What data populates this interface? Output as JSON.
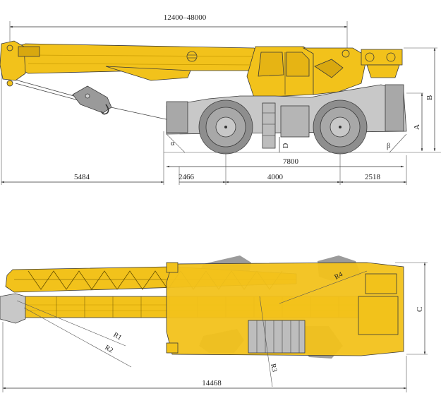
{
  "colors": {
    "body": "#f2c21b",
    "body_dark": "#d9a80f",
    "grey": "#b8b8b8",
    "grey_dark": "#7d7d7d",
    "tire": "#9a9a9a",
    "shadow": "#8a8a8a",
    "line": "#333333"
  },
  "side_view": {
    "boom_length": "12400–48000",
    "overhang_front": "5484",
    "front_axle_offset": "2466",
    "wheelbase": "4000",
    "rear_overhang": "2518",
    "track_span": "7800",
    "height_label_a": "A",
    "height_label_b": "B",
    "clearance_label_d": "D",
    "approach_angle": "α",
    "departure_angle": "β"
  },
  "top_view": {
    "overall_length": "14468",
    "width_label_c": "C",
    "radius_1": "R1",
    "radius_2": "R2",
    "radius_3": "R3",
    "radius_4": "R4"
  }
}
